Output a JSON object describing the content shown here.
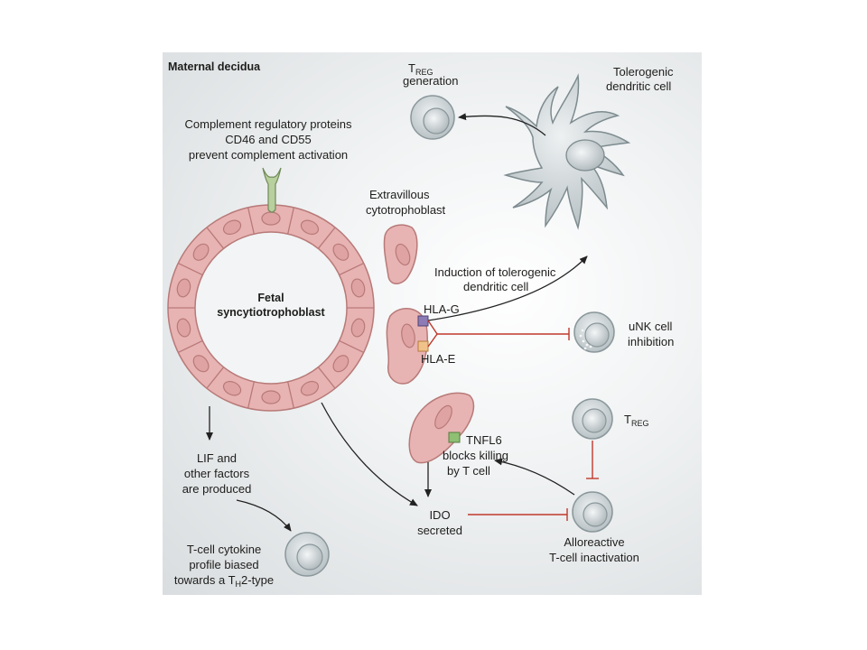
{
  "panel": {
    "title": "Maternal decidua",
    "colors": {
      "background": "#e7eaeb",
      "trophoblast_fill": "#e8b3b3",
      "trophoblast_stroke": "#b77a78",
      "immune_cell_fill": "#c9d2d5",
      "immune_cell_stroke": "#8a979b",
      "inhibition_line": "#c0392b",
      "arrow": "#222222",
      "complement_protein": "#b8cf9e",
      "hla_g": "#8c7bb5",
      "hla_e": "#f0c28a",
      "tnfl6": "#8fbf73"
    }
  },
  "labels": {
    "treg_generation": {
      "main": "T",
      "sub": "REG",
      "line2": "generation"
    },
    "tolerogenic_dc": {
      "line1": "Tolerogenic",
      "line2": "dendritic cell"
    },
    "complement": {
      "line1": "Complement regulatory proteins",
      "line2": "CD46 and CD55",
      "line3": "prevent complement activation"
    },
    "extravillous": {
      "line1": "Extravillous",
      "line2": "cytotrophoblast"
    },
    "fetal": {
      "line1": "Fetal",
      "line2": "syncytiotrophoblast"
    },
    "induction": {
      "line1": "Induction of tolerogenic",
      "line2": "dendritic cell"
    },
    "hla_g": "HLA-G",
    "hla_e": "HLA-E",
    "unk": {
      "line1": "uNK cell",
      "line2": "inhibition"
    },
    "treg_right": {
      "main": "T",
      "sub": "REG"
    },
    "tnfl6": {
      "line1": "TNFL6",
      "line2": "blocks killing",
      "line3": "by T cell"
    },
    "lif": {
      "line1": "LIF and",
      "line2": "other factors",
      "line3": "are produced"
    },
    "ido": {
      "line1": "IDO",
      "line2": "secreted"
    },
    "alloreactive": {
      "line1": "Alloreactive",
      "line2": "T-cell inactivation"
    },
    "tcell_cytokine": {
      "line1": "T-cell cytokine",
      "line2": "profile biased",
      "line3_pre": "towards a T",
      "line3_sub": "H",
      "line3_post": "2-type"
    }
  }
}
